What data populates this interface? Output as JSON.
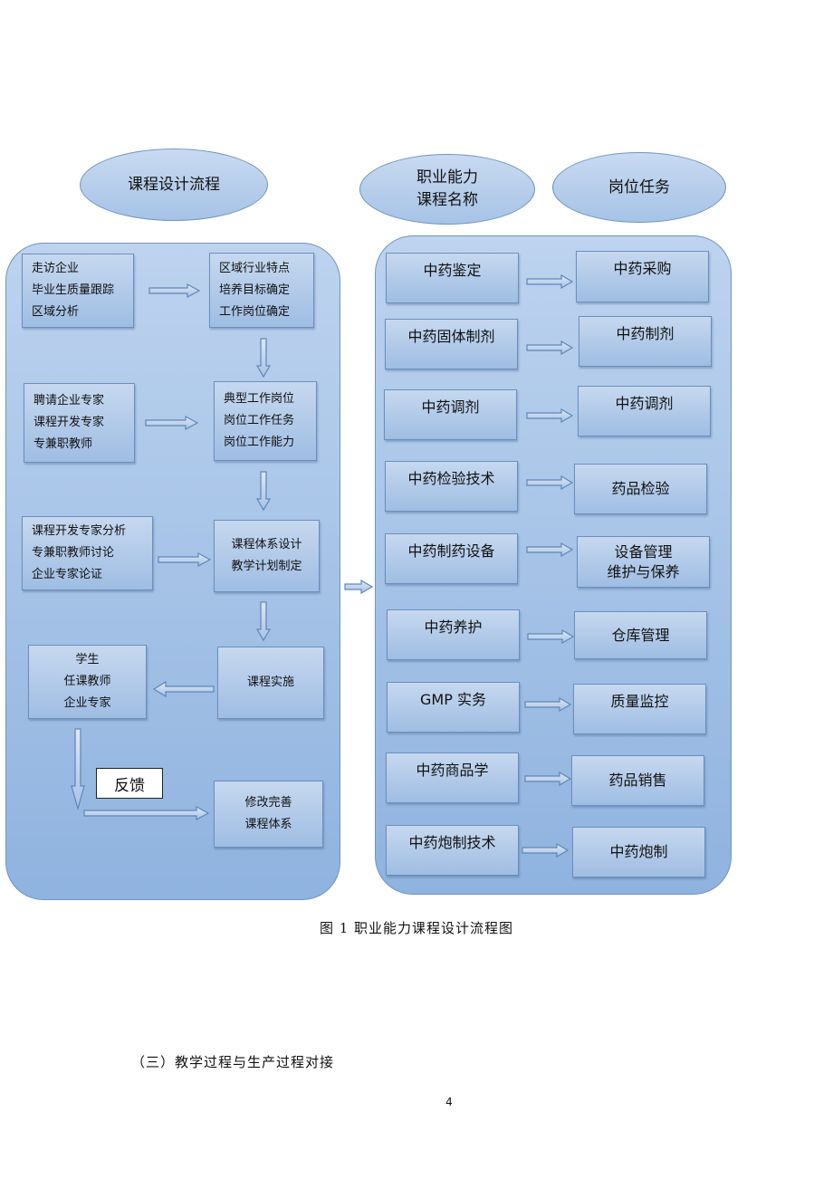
{
  "headers": {
    "design_flow": "课程设计流程",
    "course_name": "职业能力\n课程名称",
    "job_task": "岗位任务"
  },
  "left_boxes": {
    "visit": [
      "走访企业",
      "毕业生质量跟踪",
      "区域分析"
    ],
    "region": [
      "区域行业特点",
      "培养目标确定",
      "工作岗位确定"
    ],
    "experts": [
      "聘请企业专家",
      "课程开发专家",
      "专兼职教师"
    ],
    "typical": [
      "典型工作岗位",
      "岗位工作任务",
      "岗位工作能力"
    ],
    "analysis": [
      "课程开发专家分析",
      "专兼职教师讨论",
      "企业专家论证"
    ],
    "system": [
      "课程体系设计",
      "教学计划制定"
    ],
    "people": [
      "学生",
      "任课教师",
      "企业专家"
    ],
    "implement": [
      "课程实施"
    ],
    "feedback": "反馈",
    "revise": [
      "修改完善",
      "课程体系"
    ]
  },
  "courses": [
    [
      "中药鉴定"
    ],
    [
      "中药固体制剂"
    ],
    [
      "中药调剂"
    ],
    [
      "中药检验技术"
    ],
    [
      "中药制药设备"
    ],
    [
      "中药养护"
    ],
    [
      "GMP 实务"
    ],
    [
      "中药商品学"
    ],
    [
      "中药炮制技术"
    ]
  ],
  "tasks": [
    [
      "中药采购"
    ],
    [
      "中药制剂"
    ],
    [
      "中药调剂"
    ],
    [
      "药品检验"
    ],
    [
      "设备管理",
      "维护与保养"
    ],
    [
      "仓库管理"
    ],
    [
      "质量监控"
    ],
    [
      "药品销售"
    ],
    [
      "中药炮制"
    ]
  ],
  "caption": "图 1  职业能力课程设计流程图",
  "section_heading": "（三）教学过程与生产过程对接",
  "page_number": "4"
}
